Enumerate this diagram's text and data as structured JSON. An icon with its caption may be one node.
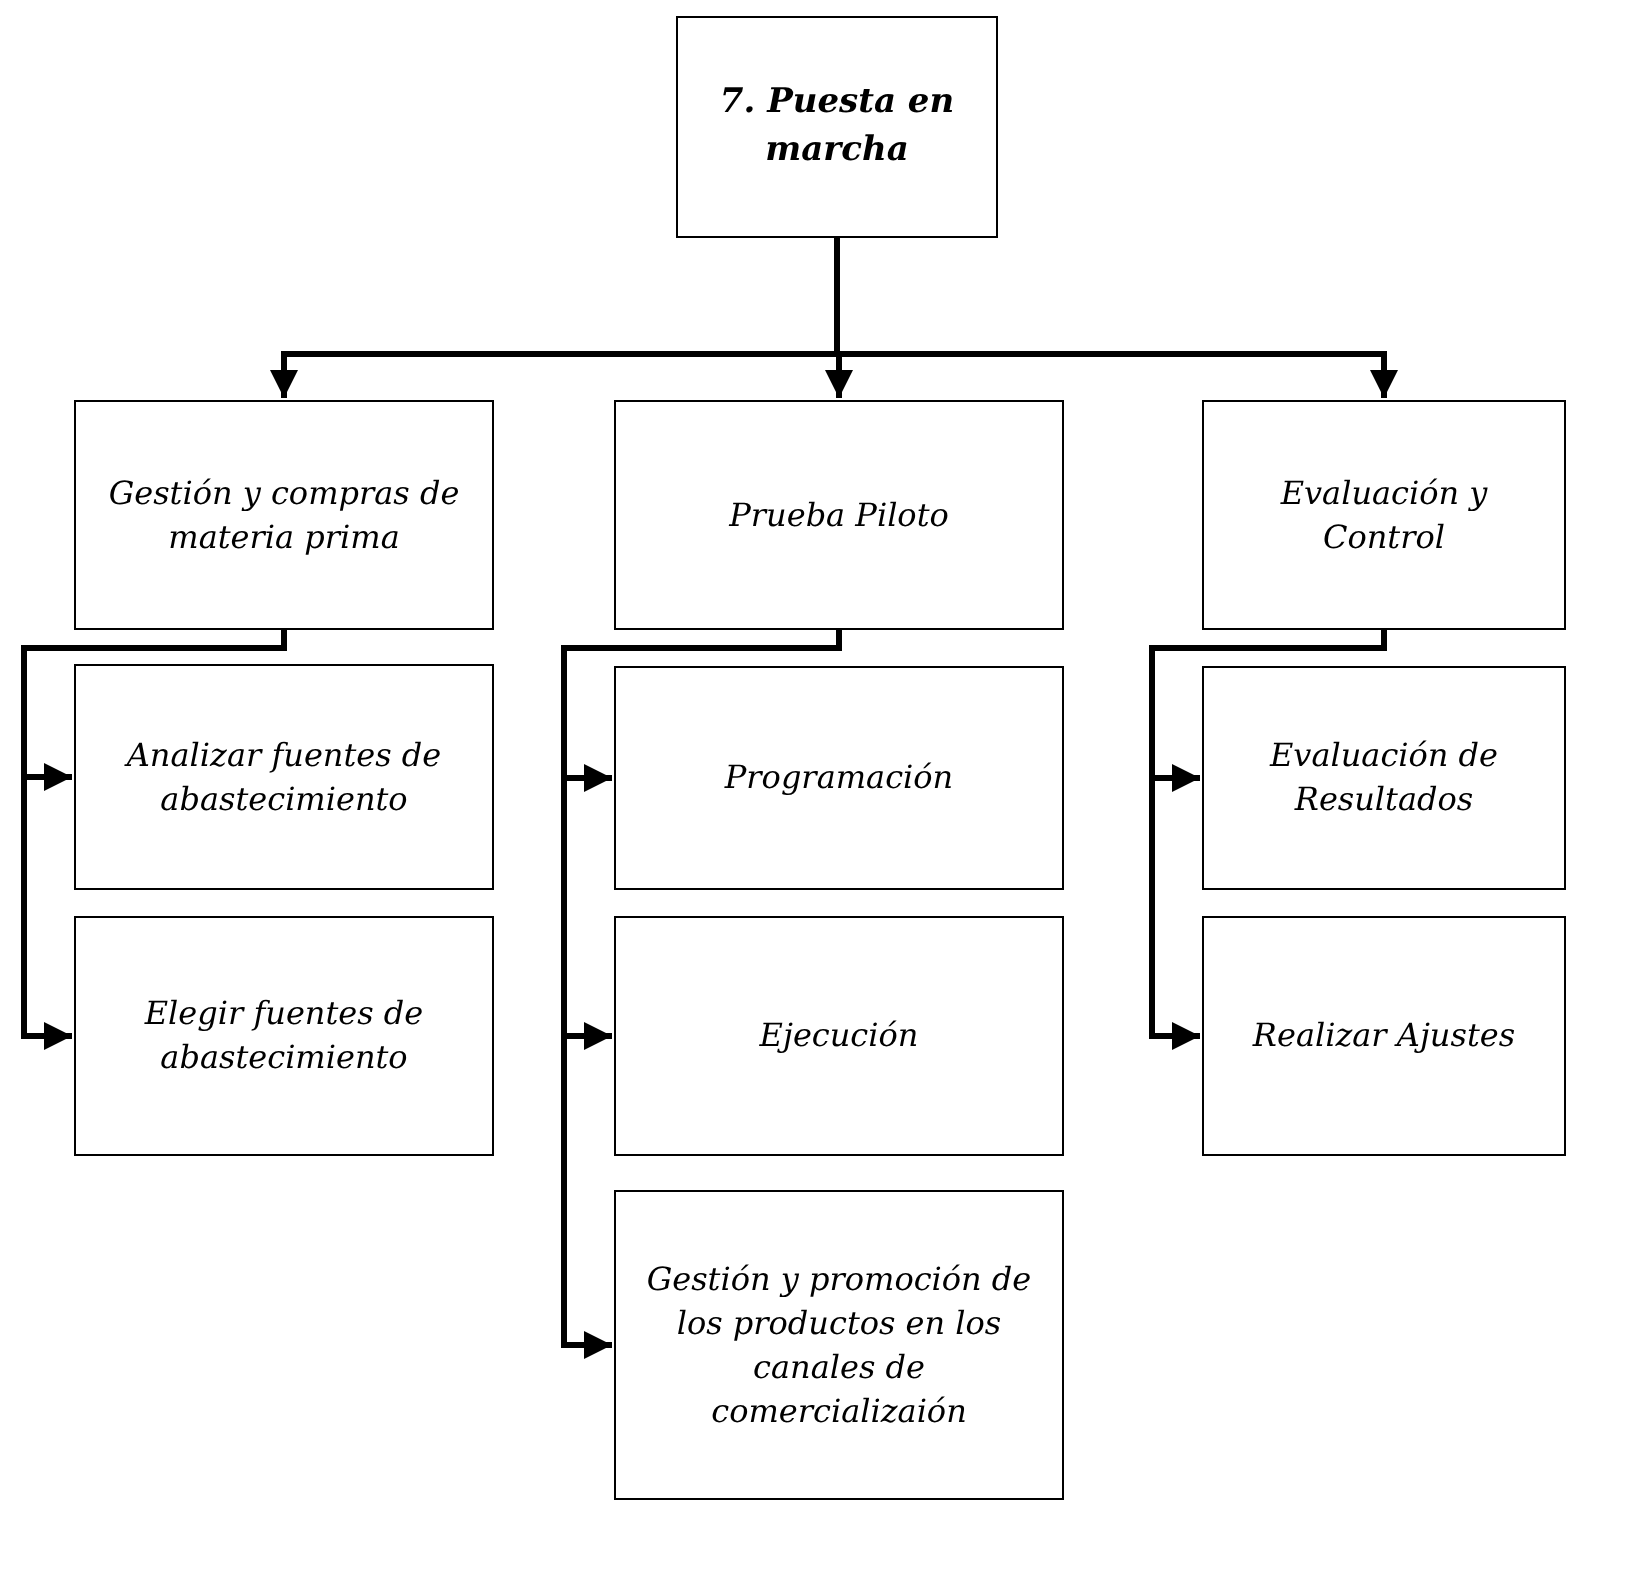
{
  "diagram": {
    "nodes": [
      {
        "text": [
          "7. Puesta en marcha"
        ]
      },
      {
        "text": [
          "Gestión y compras de materia prima"
        ]
      },
      {
        "text": [
          "Prueba Piloto"
        ]
      },
      {
        "text": [
          "Evaluación y Control"
        ]
      },
      {
        "text": [
          "Analizar fuentes de abastecimiento"
        ]
      },
      {
        "text": [
          "Elegir fuentes de abastecimiento"
        ]
      },
      {
        "text": [
          "Programación"
        ]
      },
      {
        "text": [
          "Ejecución"
        ]
      },
      {
        "text": [
          "Gestión y promoción de los productos en los canales de comercializaión"
        ]
      },
      {
        "text": [
          "Evaluación de Resultados"
        ]
      },
      {
        "text": [
          "Realizar Ajustes"
        ]
      }
    ],
    "edges": [
      {
        "from": 0,
        "to": 1,
        "arrow": "to"
      },
      {
        "from": 0,
        "to": 2,
        "arrow": "to"
      },
      {
        "from": 0,
        "to": 3,
        "arrow": "to"
      },
      {
        "from": 1,
        "to": 4,
        "arrow": "to"
      },
      {
        "from": 1,
        "to": 5,
        "arrow": "to"
      },
      {
        "from": 2,
        "to": 6,
        "arrow": "to"
      },
      {
        "from": 2,
        "to": 7,
        "arrow": "to"
      },
      {
        "from": 2,
        "to": 8,
        "arrow": "to"
      },
      {
        "from": 3,
        "to": 9,
        "arrow": "to"
      },
      {
        "from": 3,
        "to": 10,
        "arrow": "to"
      }
    ]
  }
}
